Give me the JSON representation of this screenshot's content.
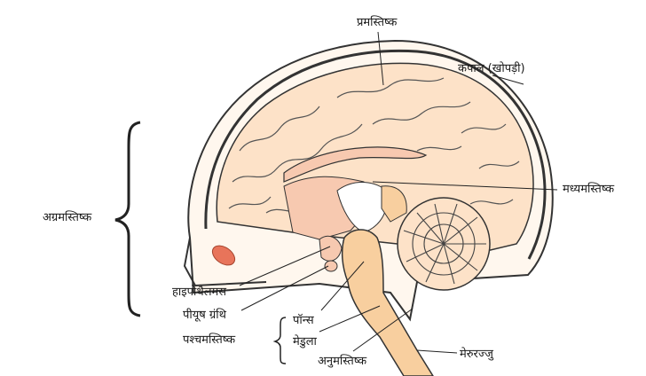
{
  "labels": {
    "cerebrum": "प्रमस्तिष्क",
    "skull": "कपाल (खोपड़ी)",
    "midbrain": "मध्यमस्तिष्क",
    "forebrain": "अग्रमस्तिष्क",
    "hypothalamus": "हाइपोथैलमस",
    "pituitary": "पीयूष ग्रंथि",
    "hindbrain": "पश्चमस्तिष्क",
    "pons": "पॉन्स",
    "medulla": "मेडुला",
    "cerebellum": "अनुमस्तिष्क",
    "spinal_cord": "मेरुरज्जु"
  },
  "colors": {
    "cortex": "#fde2c8",
    "inner_tissue": "#f7c9b0",
    "brainstem": "#f8cf9f",
    "skull_line": "#3a3a3a",
    "orbit": "#e8745a"
  }
}
